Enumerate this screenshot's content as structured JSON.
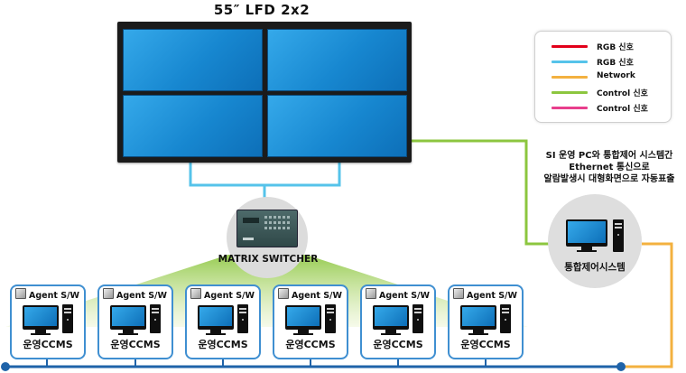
{
  "wall_title": "55″ LFD 2x2",
  "legend": [
    {
      "label": "RGB 신호",
      "color": "#e2001a"
    },
    {
      "label": "RGB 신호",
      "color": "#55c3ea"
    },
    {
      "label": "Network",
      "color": "#f3b13f"
    },
    {
      "label": "Control 신호",
      "color": "#8cc63f"
    },
    {
      "label": "Control 신호",
      "color": "#e83e8c"
    }
  ],
  "note": [
    "SI 운영 PC와 통합제어 시스템간",
    "Ethernet 통신으로",
    "알람발생시 대형화면으로 자동표출"
  ],
  "control_pc_label": "통합제어시스템",
  "matrix_label": "MATRIX SWITCHER",
  "workstations": [
    {
      "agent": "Agent S/W",
      "label": "운영CCMS"
    },
    {
      "agent": "Agent S/W",
      "label": "운영CCMS"
    },
    {
      "agent": "Agent S/W",
      "label": "운영CCMS"
    },
    {
      "agent": "Agent S/W",
      "label": "운영CCMS"
    },
    {
      "agent": "Agent S/W",
      "label": "운영CCMS"
    },
    {
      "agent": "Agent S/W",
      "label": "운영CCMS"
    }
  ],
  "colors": {
    "rgb_line": "#55c3ea",
    "network": "#f3b13f",
    "control": "#8cc63f",
    "bus": "#1f63a9",
    "fan_top": "#8cc63f",
    "fan_bottom": "#eaf3cf"
  }
}
